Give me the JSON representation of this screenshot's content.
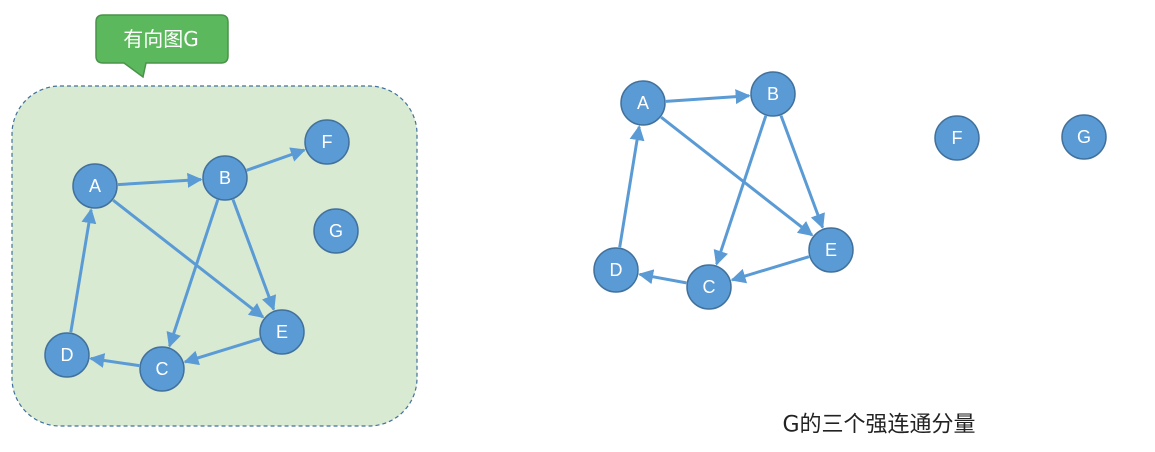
{
  "callout": {
    "label": "有向图G"
  },
  "caption": {
    "text": "G的三个强连通分量"
  },
  "colors": {
    "node_fill": "#5b9bd5",
    "node_stroke": "#41719c",
    "edge": "#5b9bd5",
    "panel_fill": "#d9ead3",
    "panel_stroke": "#41719c",
    "callout_fill": "#5cb85c",
    "callout_stroke": "#4a934a"
  },
  "graph_g": {
    "nodes": [
      {
        "id": "A",
        "label": "A"
      },
      {
        "id": "B",
        "label": "B"
      },
      {
        "id": "C",
        "label": "C"
      },
      {
        "id": "D",
        "label": "D"
      },
      {
        "id": "E",
        "label": "E"
      },
      {
        "id": "F",
        "label": "F"
      },
      {
        "id": "G",
        "label": "G"
      }
    ],
    "edges": [
      {
        "from": "A",
        "to": "B"
      },
      {
        "from": "A",
        "to": "E"
      },
      {
        "from": "B",
        "to": "F"
      },
      {
        "from": "B",
        "to": "C"
      },
      {
        "from": "B",
        "to": "E"
      },
      {
        "from": "E",
        "to": "C"
      },
      {
        "from": "C",
        "to": "D"
      },
      {
        "from": "D",
        "to": "A"
      }
    ]
  },
  "components": {
    "nodes": [
      {
        "id": "A",
        "label": "A"
      },
      {
        "id": "B",
        "label": "B"
      },
      {
        "id": "C",
        "label": "C"
      },
      {
        "id": "D",
        "label": "D"
      },
      {
        "id": "E",
        "label": "E"
      },
      {
        "id": "F",
        "label": "F"
      },
      {
        "id": "G",
        "label": "G"
      }
    ],
    "edges": [
      {
        "from": "A",
        "to": "B"
      },
      {
        "from": "A",
        "to": "E"
      },
      {
        "from": "B",
        "to": "C"
      },
      {
        "from": "B",
        "to": "E"
      },
      {
        "from": "E",
        "to": "C"
      },
      {
        "from": "C",
        "to": "D"
      },
      {
        "from": "D",
        "to": "A"
      }
    ]
  }
}
